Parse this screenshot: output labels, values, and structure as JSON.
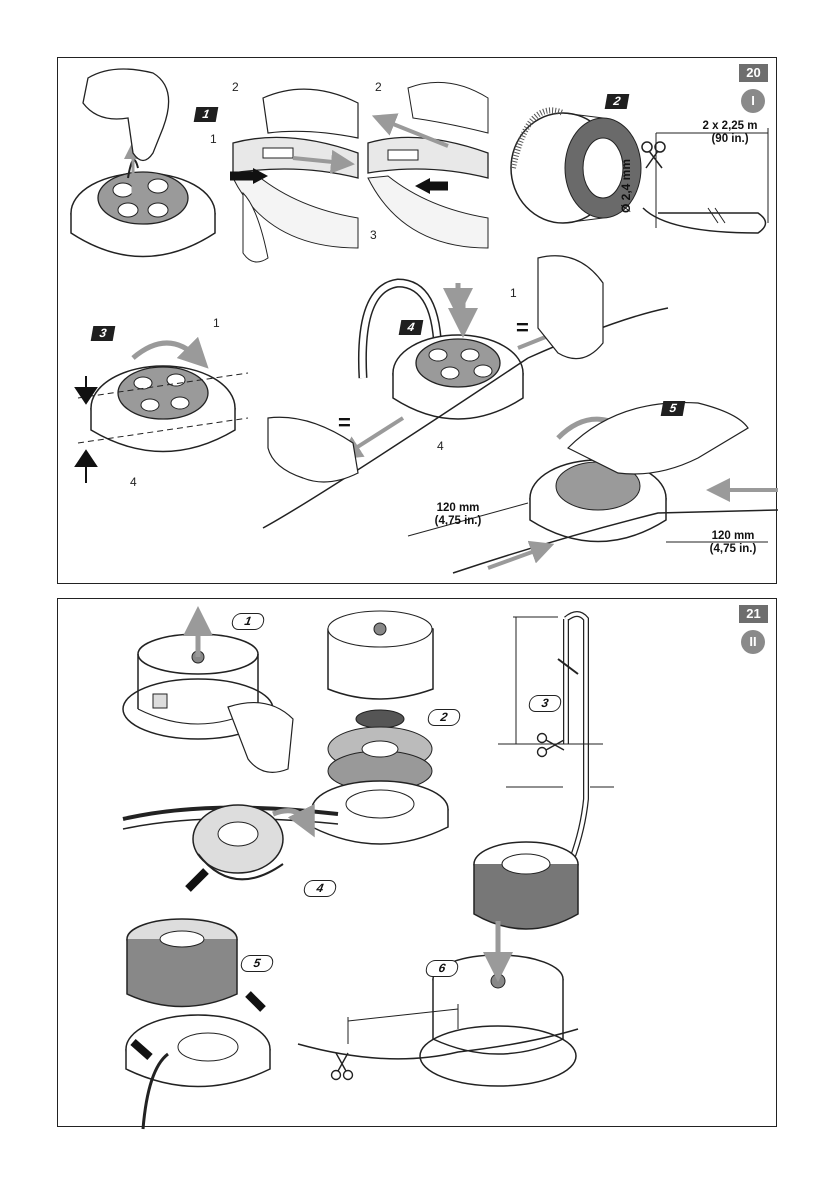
{
  "fig20": {
    "number": "20",
    "roman": "I",
    "steps": [
      "1",
      "2",
      "3",
      "4",
      "5"
    ],
    "callouts": [
      "1",
      "2",
      "2",
      "3",
      "1",
      "1",
      "4",
      "4"
    ],
    "eq_left": "=",
    "eq_right": "=",
    "length_label": "2 x 2,25 m",
    "length_inch": "(90 in.)",
    "diameter_label": "Ø 2,4 mm",
    "left_mm": "120 mm",
    "left_in": "(4,75 in.)",
    "right_mm": "120 mm",
    "right_in": "(4,75 in.)"
  },
  "fig21": {
    "number": "21",
    "roman": "II",
    "steps": [
      "1",
      "2",
      "3",
      "4",
      "5",
      "6"
    ]
  },
  "colors": {
    "arrow_gray": "#9a9a9a",
    "arrow_black": "#111111",
    "figure_box": "#6e6e6e"
  },
  "icons": [
    "scissors-icon",
    "hand-icon",
    "spool-icon",
    "coil-icon"
  ]
}
